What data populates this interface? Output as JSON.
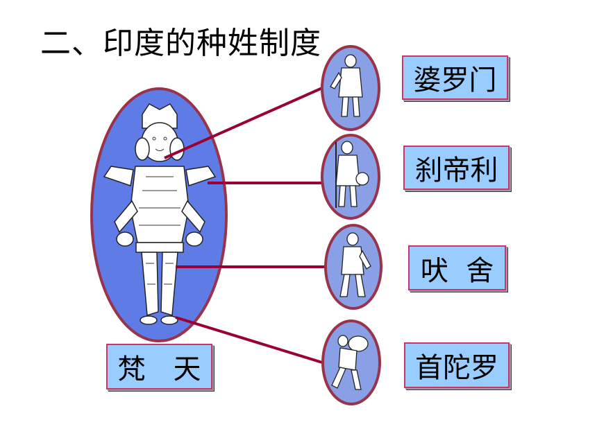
{
  "title": "二、印度的种姓制度",
  "figures": {
    "main_label": "梵　天",
    "castes": [
      {
        "label": "婆罗门"
      },
      {
        "label": "刹帝利"
      },
      {
        "label": "吠  舍"
      },
      {
        "label": "首陀罗"
      }
    ]
  },
  "colors": {
    "oval_fill": "#5f7ce6",
    "oval_border": "#99334a",
    "small_oval_fill": "#8aa0e6",
    "connector": "#990033",
    "label_fill": "#99ccff",
    "label_border": "#cc3366"
  }
}
